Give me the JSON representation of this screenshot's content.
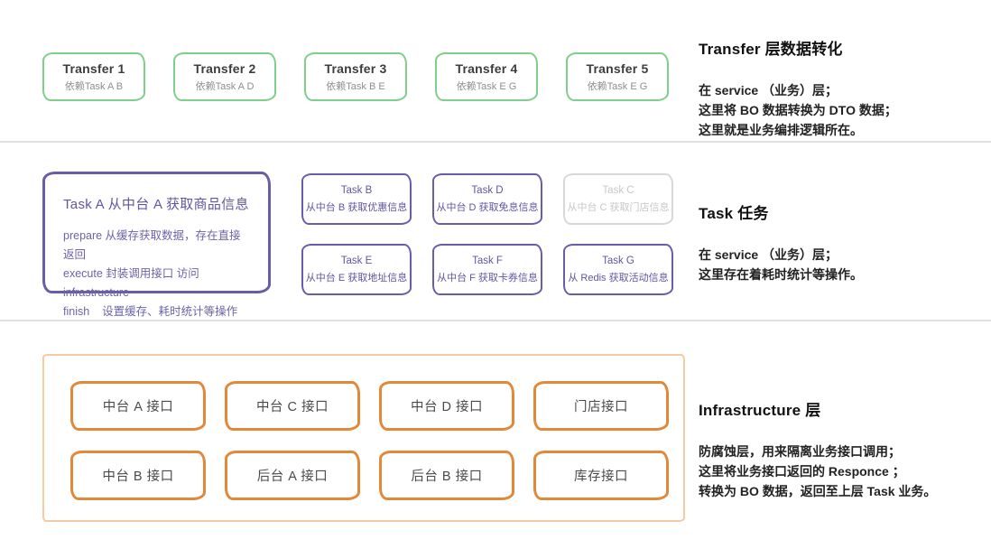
{
  "transfer_layer": {
    "boxes": [
      {
        "title": "Transfer 1",
        "subtitle": "依赖Task A B"
      },
      {
        "title": "Transfer 2",
        "subtitle": "依赖Task A D"
      },
      {
        "title": "Transfer 3",
        "subtitle": "依赖Task B E"
      },
      {
        "title": "Transfer 4",
        "subtitle": "依赖Task E G"
      },
      {
        "title": "Transfer 5",
        "subtitle": "依赖Task E G"
      }
    ],
    "note": {
      "title": "Transfer 层数据转化",
      "lines": [
        "在 service （业务）层；",
        "这里将 BO 数据转换为 DTO 数据；",
        "这里就是业务编排逻辑所在。"
      ]
    }
  },
  "task_layer": {
    "main_task": {
      "title": "Task A 从中台 A 获取商品信息",
      "lines": [
        "prepare 从缓存获取数据，存在直接返回",
        "execute 封装调用接口 访问 infrastructure",
        "finish    设置缓存、耗时统计等操作"
      ]
    },
    "tasks": [
      {
        "title": "Task B",
        "subtitle": "从中台 B 获取优惠信息",
        "disabled": false
      },
      {
        "title": "Task D",
        "subtitle": "从中台 D 获取免息信息",
        "disabled": false
      },
      {
        "title": "Task C",
        "subtitle": "从中台 C 获取门店信息",
        "disabled": true
      },
      {
        "title": "Task E",
        "subtitle": "从中台 E 获取地址信息",
        "disabled": false
      },
      {
        "title": "Task F",
        "subtitle": "从中台 F 获取卡券信息",
        "disabled": false
      },
      {
        "title": "Task G",
        "subtitle": "从 Redis 获取活动信息",
        "disabled": false
      }
    ],
    "note": {
      "title": "Task 任务",
      "lines": [
        "在 service （业务）层；",
        "这里存在着耗时统计等操作。"
      ]
    }
  },
  "infrastructure_layer": {
    "interfaces": [
      "中台 A 接口",
      "中台 C 接口",
      "中台 D 接口",
      "门店接口",
      "中台 B 接口",
      "后台 A 接口",
      "后台 B 接口",
      "库存接口"
    ],
    "note": {
      "title": "Infrastructure 层",
      "lines": [
        "防腐蚀层，用来隔离业务接口调用；",
        "这里将业务接口返回的 Responce ；",
        "转换为 BO 数据，返回至上层 Task 业务。"
      ]
    }
  },
  "colors": {
    "transfer_accent": "#7ecf8b",
    "task_accent": "#675da9",
    "task_text": "#5f57a0",
    "task_disabled": "#d8d8d8",
    "infra_accent": "#e2883b",
    "infra_container": "#f4cba4",
    "divider": "#dadada"
  }
}
